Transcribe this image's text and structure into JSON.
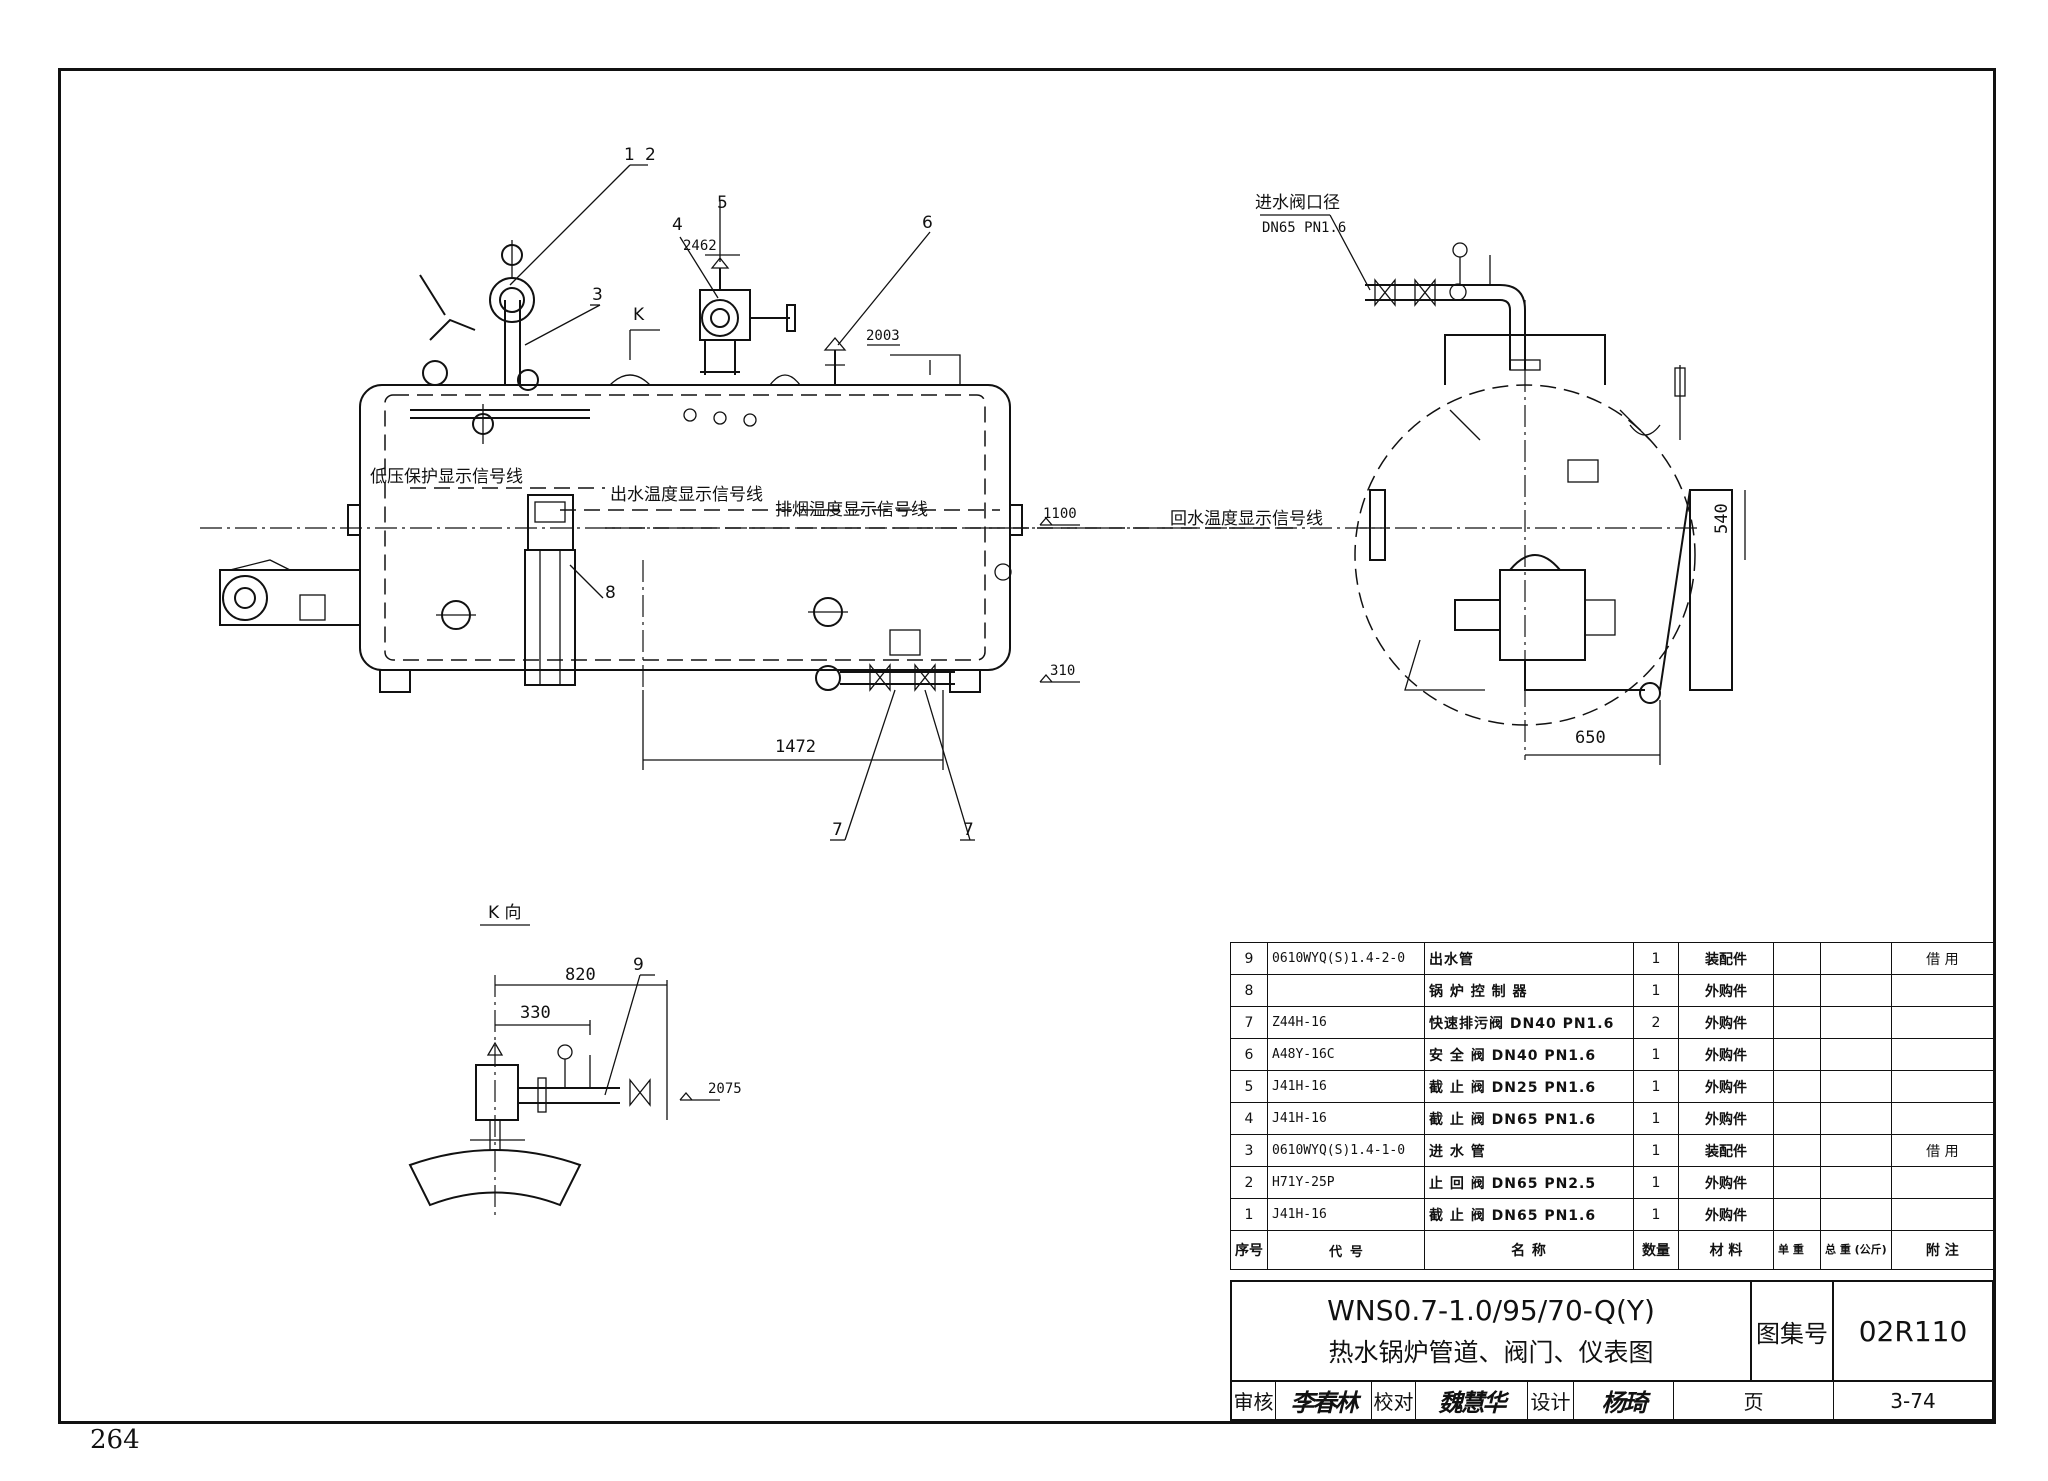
{
  "page_number": "264",
  "main_view": {
    "callouts": [
      "1",
      "2",
      "3",
      "4",
      "5",
      "6",
      "7",
      "7",
      "8"
    ],
    "elevation_2462": "2462",
    "elevation_2003": "2003",
    "elevation_1100": "1100",
    "elevation_310": "310",
    "dim_1472": "1472",
    "section_mark": "K",
    "labels": {
      "low_pressure": "低压保护显示信号线",
      "outlet_temp": "出水温度显示信号线",
      "flue_temp": "排烟温度显示信号线",
      "return_temp": "回水温度显示信号线"
    }
  },
  "side_view": {
    "inlet_label": "进水阀口径",
    "inlet_spec": "DN65 PN1.6",
    "dim_540": "540",
    "dim_650": "650"
  },
  "k_view": {
    "title": "K 向",
    "dim_820": "820",
    "dim_330": "330",
    "elevation_2075": "2075",
    "callout": "9"
  },
  "parts_table": {
    "rows": [
      {
        "no": "9",
        "code": "0610WYQ(S)1.4-2-0",
        "name": "出水管",
        "qty": "1",
        "material": "装配件",
        "note": "借 用"
      },
      {
        "no": "8",
        "code": "",
        "name": "锅 炉 控 制 器",
        "qty": "1",
        "material": "外购件",
        "note": ""
      },
      {
        "no": "7",
        "code": "Z44H-16",
        "name": "快速排污阀 DN40 PN1.6",
        "qty": "2",
        "material": "外购件",
        "note": ""
      },
      {
        "no": "6",
        "code": "A48Y-16C",
        "name": "安 全 阀 DN40 PN1.6",
        "qty": "1",
        "material": "外购件",
        "note": ""
      },
      {
        "no": "5",
        "code": "J41H-16",
        "name": "截 止 阀 DN25 PN1.6",
        "qty": "1",
        "material": "外购件",
        "note": ""
      },
      {
        "no": "4",
        "code": "J41H-16",
        "name": "截 止 阀 DN65 PN1.6",
        "qty": "1",
        "material": "外购件",
        "note": ""
      },
      {
        "no": "3",
        "code": "0610WYQ(S)1.4-1-0",
        "name": "进 水 管",
        "qty": "1",
        "material": "装配件",
        "note": "借 用"
      },
      {
        "no": "2",
        "code": "H71Y-25P",
        "name": "止 回 阀 DN65 PN2.5",
        "qty": "1",
        "material": "外购件",
        "note": ""
      },
      {
        "no": "1",
        "code": "J41H-16",
        "name": "截 止 阀 DN65 PN1.6",
        "qty": "1",
        "material": "外购件",
        "note": ""
      }
    ],
    "header": {
      "no": "序号",
      "code": "代 号",
      "name": "名 称",
      "qty": "数量",
      "material": "材 料",
      "unit_weight": "单 重",
      "total_weight": "总 重 (公斤)",
      "note": "附 注"
    }
  },
  "title_block": {
    "model": "WNS0.7-1.0/95/70-Q(Y)",
    "title": "热水锅炉管道、阀门、仪表图",
    "atlas_label": "图集号",
    "atlas_no": "02R110",
    "review_label": "审核",
    "review_sig": "李春林",
    "check_label": "校对",
    "check_sig": "魏慧华",
    "design_label": "设计",
    "design_sig": "杨琦",
    "page_label": "页",
    "page_value": "3-74"
  }
}
